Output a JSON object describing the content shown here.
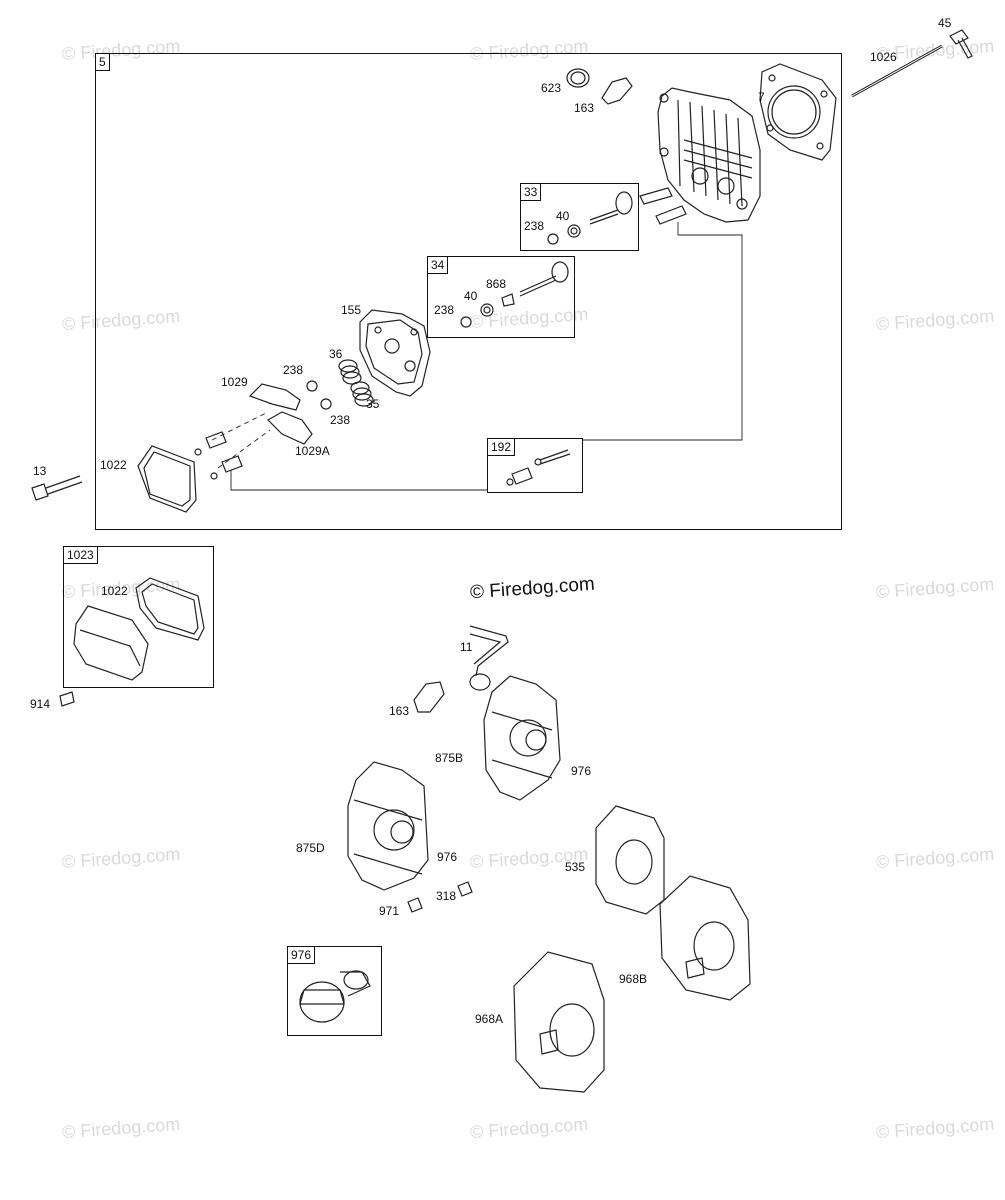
{
  "watermark": "© Firedog.com",
  "brand_mark": "© Firedog.com",
  "frames": {
    "main": "5",
    "cover_kit": "1023",
    "intake_kit": "33",
    "exhaust_kit": "34",
    "tappet_kit": "192",
    "filter_kit": "976"
  },
  "labels": {
    "p45": "45",
    "p1026": "1026",
    "p7": "7",
    "p623": "623",
    "p163a": "163",
    "p238a": "238",
    "p40a": "40",
    "p868": "868",
    "p40b": "40",
    "p238b": "238",
    "p155": "155",
    "p36": "36",
    "p238c": "238",
    "p35": "35",
    "p238d": "238",
    "p1029": "1029",
    "p1029a": "1029A",
    "p1022a": "1022",
    "p13": "13",
    "p1022b": "1022",
    "p914": "914",
    "p11": "11",
    "p163b": "163",
    "p875b": "875B",
    "p976a": "976",
    "p875d": "875D",
    "p976b": "976",
    "p535": "535",
    "p318": "318",
    "p971": "971",
    "p968b": "968B",
    "p968a": "968A"
  }
}
